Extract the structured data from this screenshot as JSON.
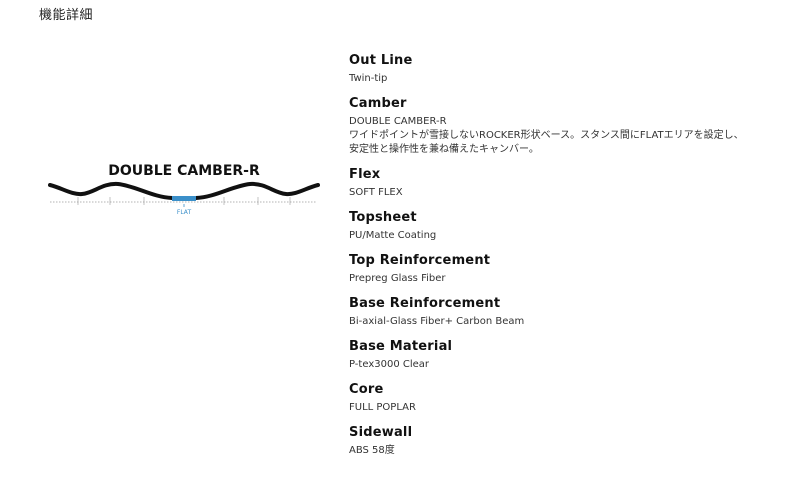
{
  "section": {
    "title": "機能詳細"
  },
  "profile": {
    "name": "DOUBLE CAMBER-R",
    "flat_label": "FLAT",
    "colors": {
      "curve": "#111111",
      "flat_marker": "#3a8fc9",
      "baseline": "#9a9a9a"
    }
  },
  "specs": [
    {
      "label": "Out Line",
      "values": [
        "Twin-tip"
      ]
    },
    {
      "label": "Camber",
      "values": [
        "DOUBLE CAMBER-R",
        "ワイドポイントが雪接しないROCKER形状ベース。スタンス間にFLATエリアを設定し、",
        "安定性と操作性を兼ね備えたキャンバー。"
      ]
    },
    {
      "label": "Flex",
      "values": [
        "SOFT FLEX"
      ]
    },
    {
      "label": "Topsheet",
      "values": [
        "PU/Matte Coating"
      ]
    },
    {
      "label": "Top Reinforcement",
      "values": [
        "Prepreg Glass Fiber"
      ]
    },
    {
      "label": "Base Reinforcement",
      "values": [
        "Bi-axial-Glass Fiber+ Carbon Beam"
      ]
    },
    {
      "label": "Base Material",
      "values": [
        "P-tex3000 Clear"
      ]
    },
    {
      "label": "Core",
      "values": [
        "FULL POPLAR"
      ]
    },
    {
      "label": "Sidewall",
      "values": [
        "ABS 58度"
      ]
    }
  ]
}
